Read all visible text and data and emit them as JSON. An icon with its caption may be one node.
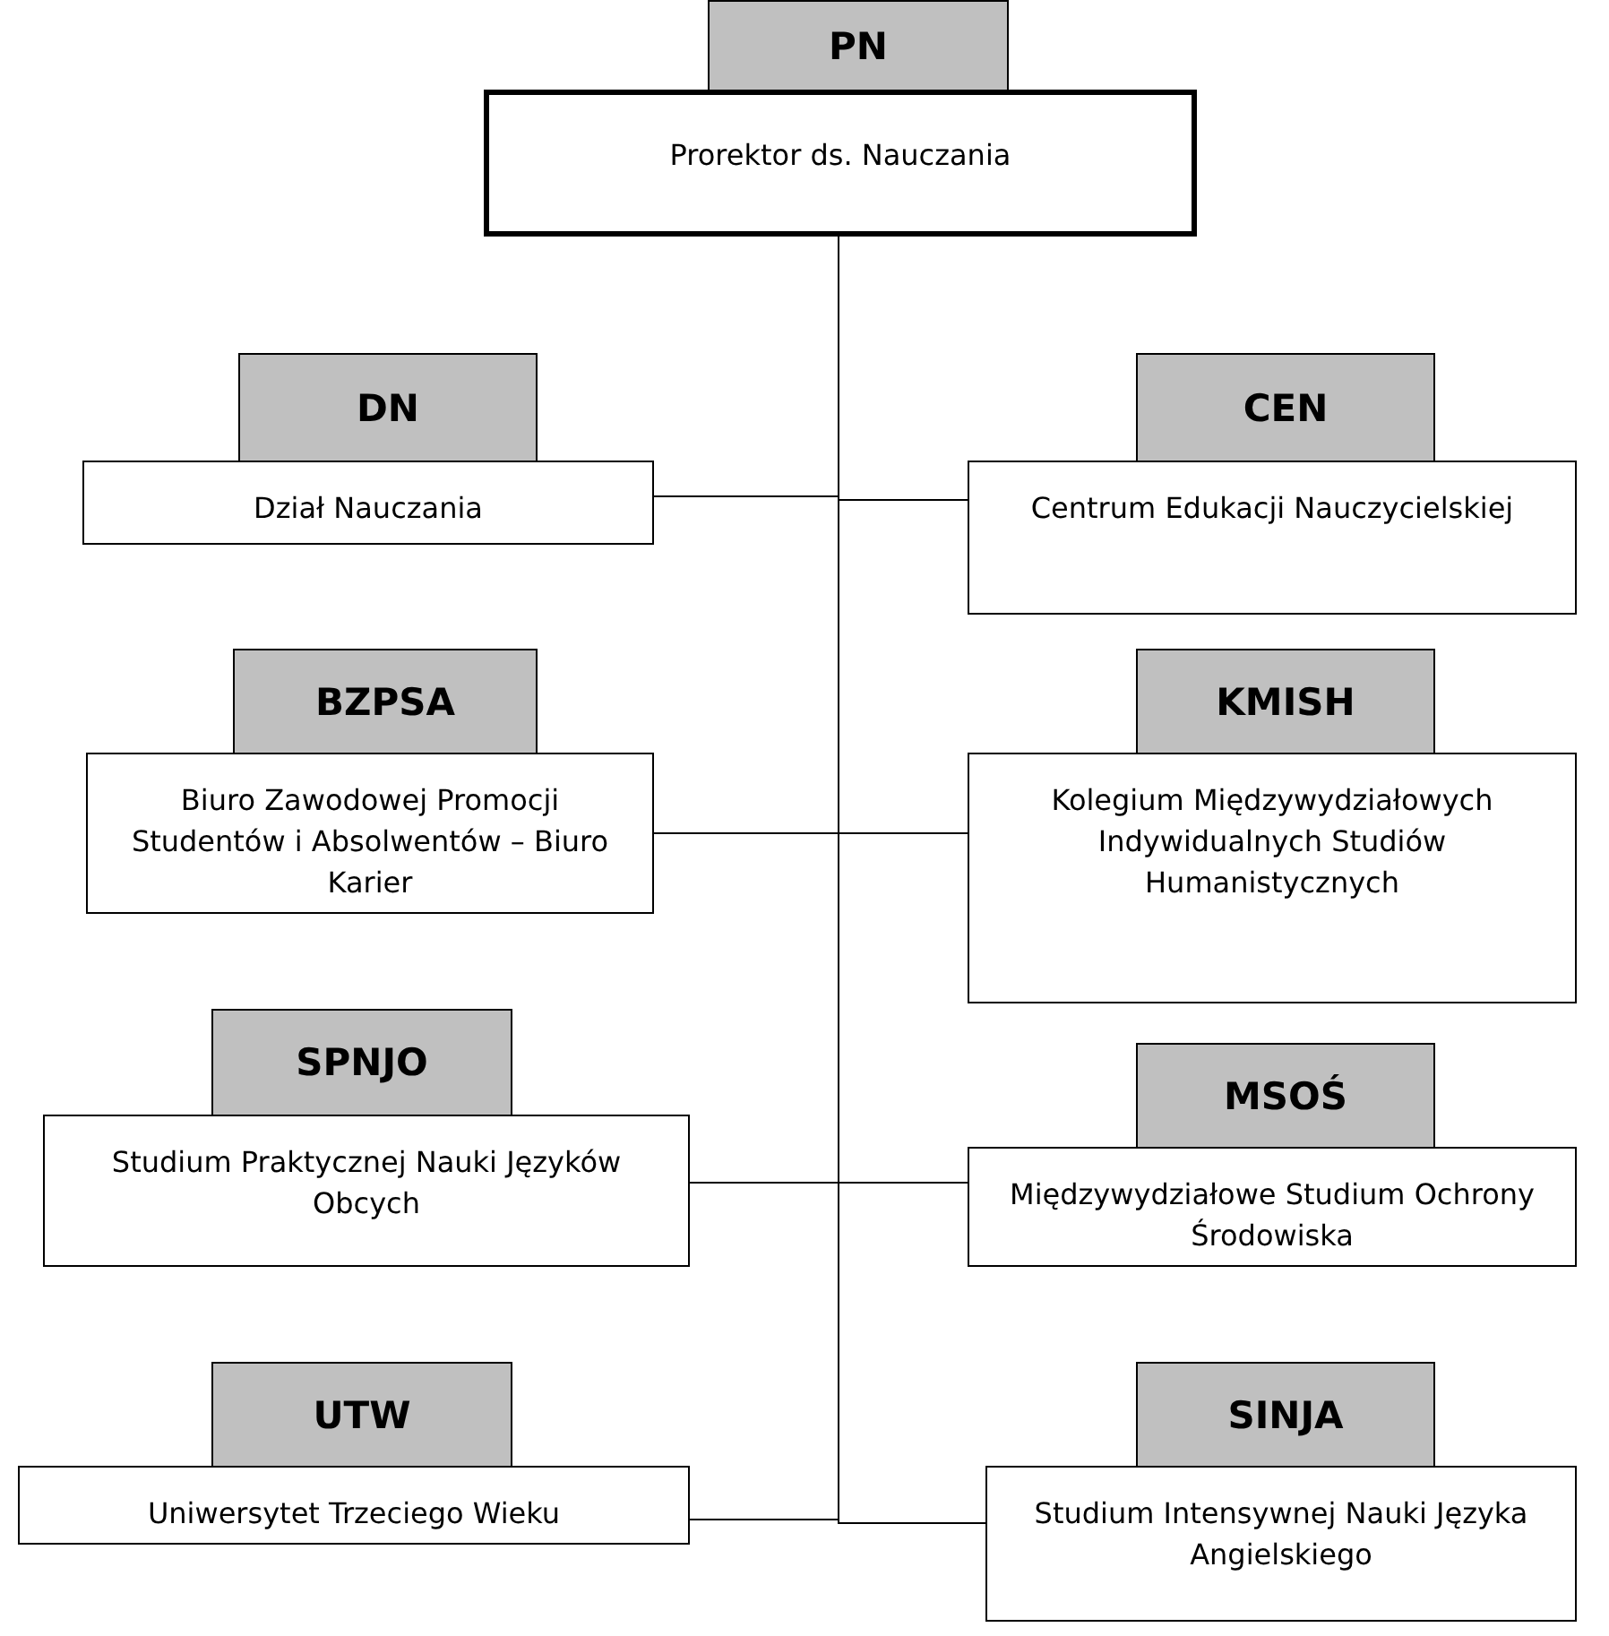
{
  "diagram": {
    "nodes": [
      {
        "text": [
          "PN",
          "Prorektor ds. Nauczania"
        ]
      },
      {
        "text": [
          "DN",
          "Dział Nauczania"
        ]
      },
      {
        "text": [
          "CEN",
          "Centrum Edukacji Nauczycielskiej"
        ]
      },
      {
        "text": [
          "BZPSA",
          "Biuro Zawodowej Promocji Studentów i Absolwentów – Biuro Karier"
        ]
      },
      {
        "text": [
          "KMISH",
          "Kolegium Międzywydziałowych Indywidualnych Studiów Humanistycznych"
        ]
      },
      {
        "text": [
          "SPNJO",
          "Studium Praktycznej Nauki Języków Obcych"
        ]
      },
      {
        "text": [
          "MSOŚ",
          "Międzywydziałowe Studium Ochrony Środowiska"
        ]
      },
      {
        "text": [
          "UTW",
          "Uniwersytet Trzeciego Wieku"
        ]
      },
      {
        "text": [
          "SINJA",
          "Studium Intensywnej Nauki Języka Angielskiego"
        ]
      }
    ],
    "edges": [
      {
        "from": 0,
        "to": 1,
        "arrow": "none"
      },
      {
        "from": 0,
        "to": 2,
        "arrow": "none"
      },
      {
        "from": 0,
        "to": 3,
        "arrow": "none"
      },
      {
        "from": 0,
        "to": 4,
        "arrow": "none"
      },
      {
        "from": 0,
        "to": 5,
        "arrow": "none"
      },
      {
        "from": 0,
        "to": 6,
        "arrow": "none"
      },
      {
        "from": 0,
        "to": 7,
        "arrow": "none"
      },
      {
        "from": 0,
        "to": 8,
        "arrow": "none"
      }
    ]
  }
}
